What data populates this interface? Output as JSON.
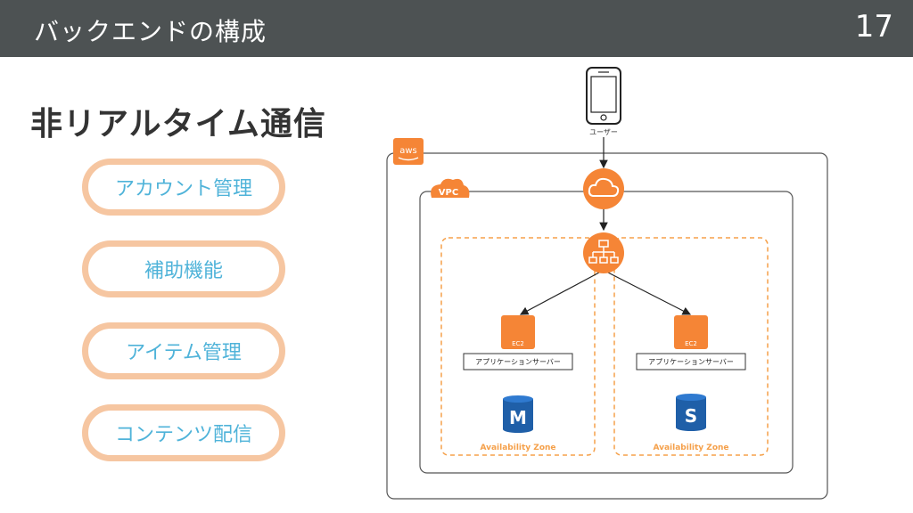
{
  "header": {
    "title": "バックエンドの構成",
    "page_number": "17"
  },
  "subtitle": "非リアルタイム通信",
  "features": [
    {
      "label": "アカウント管理"
    },
    {
      "label": "補助機能"
    },
    {
      "label": "アイテム管理"
    },
    {
      "label": "コンテンツ配信"
    }
  ],
  "diagram": {
    "user_label": "ユーザー",
    "aws_badge": "aws",
    "vpc_badge": "VPC",
    "zones": [
      {
        "ec2_label": "EC2",
        "server_label": "アプリケーションサーバー",
        "db_letter": "M",
        "zone_label": "Availability Zone"
      },
      {
        "ec2_label": "EC2",
        "server_label": "アプリケーションサーバー",
        "db_letter": "S",
        "zone_label": "Availability Zone"
      }
    ],
    "colors": {
      "orange": "#f58536",
      "zone_border": "#f5a04a",
      "db_blue": "#1f5fa8",
      "pill_border": "#f6c6a1",
      "pill_text": "#4fb3d9"
    }
  }
}
